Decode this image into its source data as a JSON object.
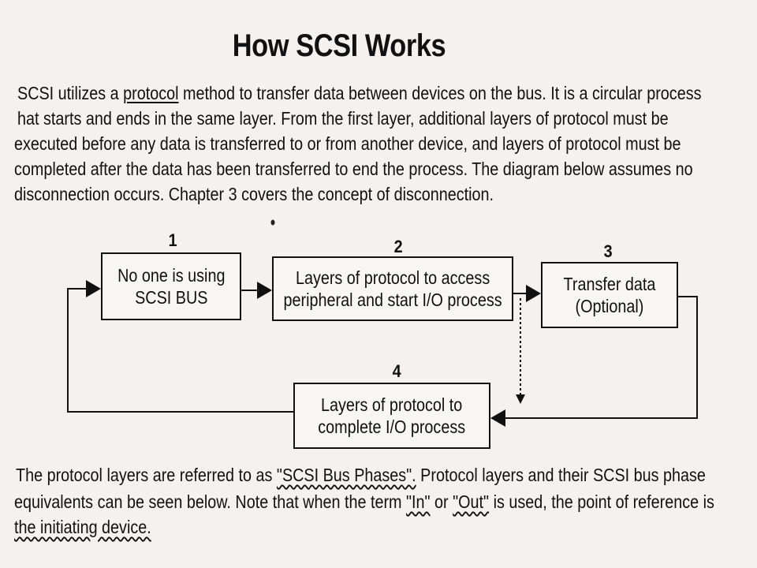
{
  "title": "How SCSI Works",
  "intro": {
    "lines": [
      {
        "pre": "SCSI utilizes a ",
        "link": "protocol",
        "post": " method to transfer data between devices on the bus.  It is a circular process"
      },
      {
        "text": "hat starts and ends in the same layer.  From the first layer, additional layers of protocol must be"
      },
      {
        "text": "executed before any data is transferred to or from another device, and layers of protocol must be"
      },
      {
        "text": "completed after the data has been transferred to end the process.  The diagram below assumes no"
      },
      {
        "text": "disconnection occurs.  Chapter 3 covers the concept of disconnection."
      }
    ]
  },
  "diagram": {
    "steps": [
      {
        "number": "1",
        "label_lines": [
          "No one is using",
          "SCSI BUS"
        ]
      },
      {
        "number": "2",
        "label_lines": [
          "Layers of protocol to access",
          "peripheral and start I/O process"
        ]
      },
      {
        "number": "3",
        "label_lines": [
          "Transfer data",
          "(Optional)"
        ]
      },
      {
        "number": "4",
        "label_lines": [
          "Layers of protocol to",
          "complete  I/O process"
        ]
      }
    ]
  },
  "footer": {
    "line1": {
      "pre": "The protocol layers are referred to as ",
      "phrase": "\"SCSI Bus Phases\".",
      "post": "  Protocol layers and their SCSI bus phase"
    },
    "line2": {
      "pre": "equivalents can be seen below.  Note that when the term ",
      "in": "\"In\"",
      "mid": " or ",
      "out": "\"Out\"",
      "post": " is used, the point of reference is"
    },
    "line3": {
      "text": "the initiating device."
    }
  }
}
